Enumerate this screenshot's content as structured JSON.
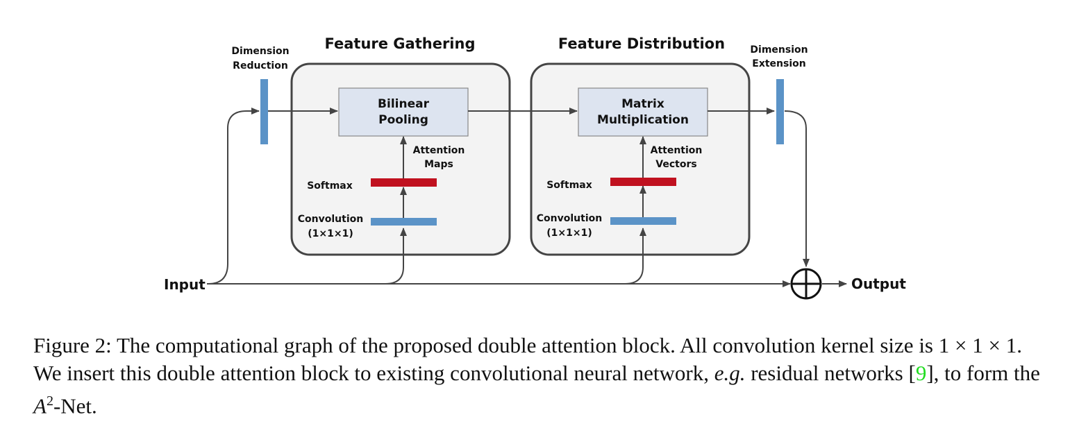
{
  "diagram": {
    "dimension_reduction": {
      "line1": "Dimension",
      "line2": "Reduction"
    },
    "dimension_extension": {
      "line1": "Dimension",
      "line2": "Extension"
    },
    "gathering": {
      "title": "Feature Gathering",
      "box_line1": "Bilinear",
      "box_line2": "Pooling",
      "attention_line1": "Attention",
      "attention_line2": "Maps",
      "softmax": "Softmax",
      "conv_line1": "Convolution",
      "conv_line2": "(1×1×1)"
    },
    "distribution": {
      "title": "Feature Distribution",
      "box_line1": "Matrix",
      "box_line2": "Multiplication",
      "attention_line1": "Attention",
      "attention_line2": "Vectors",
      "softmax": "Softmax",
      "conv_line1": "Convolution",
      "conv_line2": "(1×1×1)"
    },
    "input": "Input",
    "output": "Output"
  },
  "caption": {
    "prefix": "Figure 2: The computational graph of the proposed double attention block. All convolution kernel size is 1 × 1 × 1. We insert this double attention block to existing convolutional neural network,",
    "eg": "e.g.",
    "mid": "residual networks [",
    "ref": "9",
    "after_ref": "], to form the",
    "a": "A",
    "sup": "2",
    "suffix": "-Net."
  },
  "colors": {
    "softmax_bar": "#c0111f",
    "conv_bar": "#5b93c7",
    "dim_bar": "#5b93c7",
    "inner_box": "#dde4f0",
    "module_bg": "#f3f3f3",
    "line": "#444444"
  }
}
